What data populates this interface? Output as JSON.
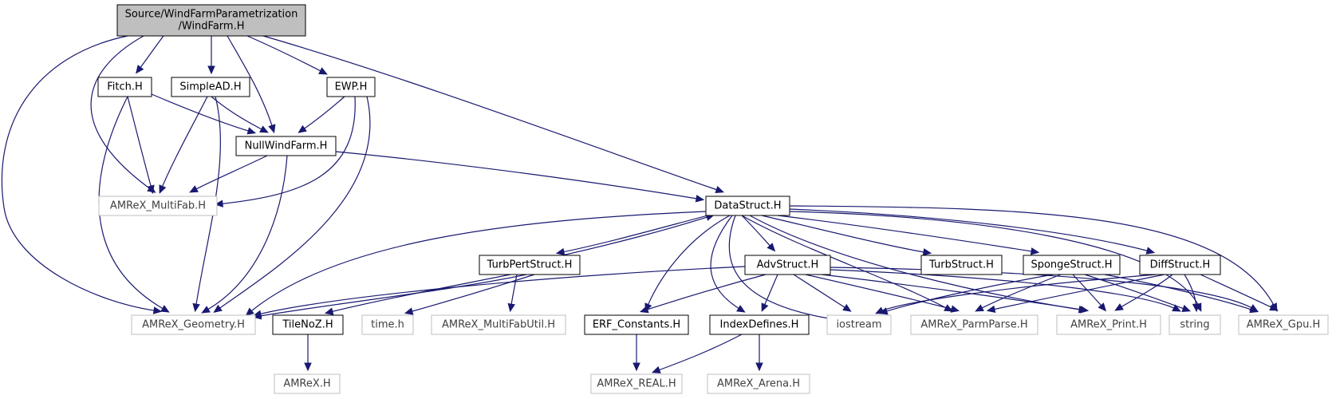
{
  "graph": {
    "nodes": [
      {
        "id": "windfarm",
        "label_lines": [
          "Source/WindFarmParametrization",
          "/WindFarm.H"
        ],
        "kind": "root"
      },
      {
        "id": "fitch",
        "label_lines": [
          "Fitch.H"
        ],
        "kind": "doc"
      },
      {
        "id": "simplead",
        "label_lines": [
          "SimpleAD.H"
        ],
        "kind": "doc"
      },
      {
        "id": "ewp",
        "label_lines": [
          "EWP.H"
        ],
        "kind": "doc"
      },
      {
        "id": "nullwindfarm",
        "label_lines": [
          "NullWindFarm.H"
        ],
        "kind": "doc"
      },
      {
        "id": "multifab",
        "label_lines": [
          "AMReX_MultiFab.H"
        ],
        "kind": "ext"
      },
      {
        "id": "datastruct",
        "label_lines": [
          "DataStruct.H"
        ],
        "kind": "doc"
      },
      {
        "id": "turbpert",
        "label_lines": [
          "TurbPertStruct.H"
        ],
        "kind": "doc"
      },
      {
        "id": "advstruct",
        "label_lines": [
          "AdvStruct.H"
        ],
        "kind": "doc"
      },
      {
        "id": "turbstruct",
        "label_lines": [
          "TurbStruct.H"
        ],
        "kind": "doc"
      },
      {
        "id": "spongestruct",
        "label_lines": [
          "SpongeStruct.H"
        ],
        "kind": "doc"
      },
      {
        "id": "diffstruct",
        "label_lines": [
          "DiffStruct.H"
        ],
        "kind": "doc"
      },
      {
        "id": "geometry",
        "label_lines": [
          "AMReX_Geometry.H"
        ],
        "kind": "ext"
      },
      {
        "id": "tilenoz",
        "label_lines": [
          "TileNoZ.H"
        ],
        "kind": "doc"
      },
      {
        "id": "timeh",
        "label_lines": [
          "time.h"
        ],
        "kind": "ext"
      },
      {
        "id": "multifabutil",
        "label_lines": [
          "AMReX_MultiFabUtil.H"
        ],
        "kind": "ext"
      },
      {
        "id": "erfconst",
        "label_lines": [
          "ERF_Constants.H"
        ],
        "kind": "doc"
      },
      {
        "id": "indexdefines",
        "label_lines": [
          "IndexDefines.H"
        ],
        "kind": "doc"
      },
      {
        "id": "iostream",
        "label_lines": [
          "iostream"
        ],
        "kind": "ext"
      },
      {
        "id": "parmparse",
        "label_lines": [
          "AMReX_ParmParse.H"
        ],
        "kind": "ext"
      },
      {
        "id": "print",
        "label_lines": [
          "AMReX_Print.H"
        ],
        "kind": "ext"
      },
      {
        "id": "string",
        "label_lines": [
          "string"
        ],
        "kind": "ext"
      },
      {
        "id": "gpu",
        "label_lines": [
          "AMReX_Gpu.H"
        ],
        "kind": "ext"
      },
      {
        "id": "amrex",
        "label_lines": [
          "AMReX.H"
        ],
        "kind": "ext"
      },
      {
        "id": "real",
        "label_lines": [
          "AMReX_REAL.H"
        ],
        "kind": "ext"
      },
      {
        "id": "arena",
        "label_lines": [
          "AMReX_Arena.H"
        ],
        "kind": "ext"
      }
    ],
    "edge_color": "#191970",
    "root_fill": "#bfbfbf",
    "ext_border": "#bfbfbf"
  }
}
